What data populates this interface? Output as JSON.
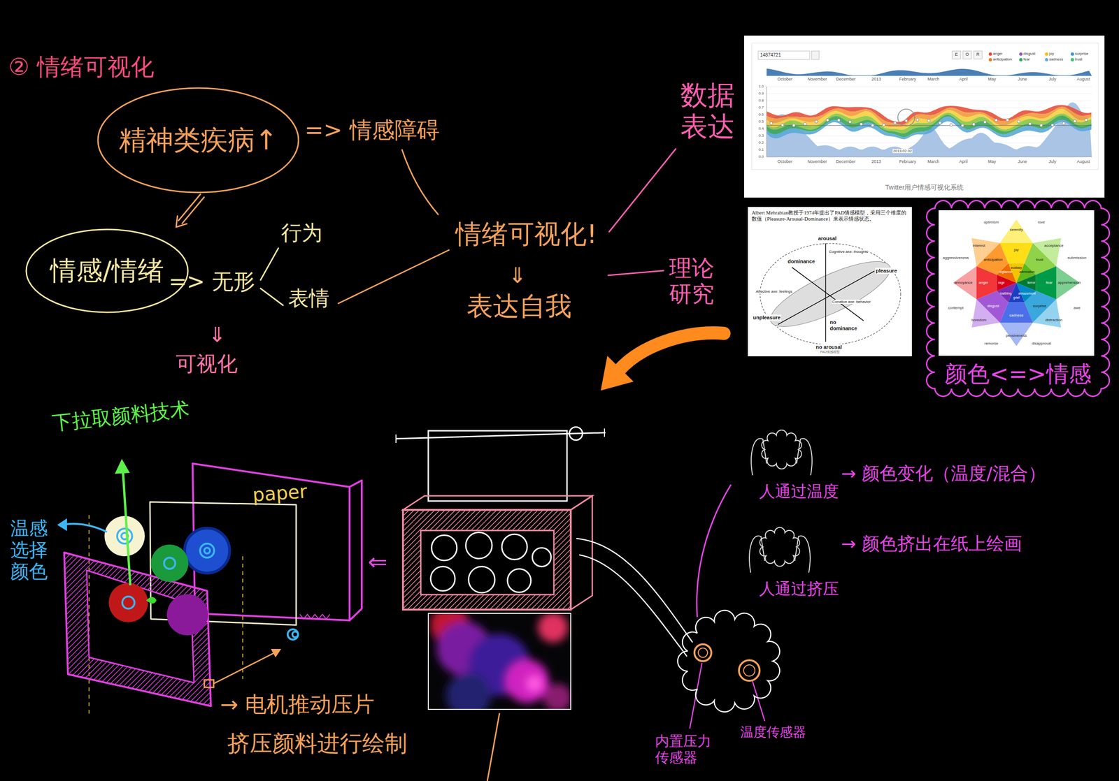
{
  "diagram": {
    "title": "② 情绪可视化",
    "nodes": [
      {
        "text": [
          "精神类疾病↑"
        ]
      },
      {
        "text": [
          "情感/情绪"
        ]
      },
      {
        "text": [
          "Twitter用户情感可视化系统"
        ]
      },
      {
        "text": [
          "Albert Mehrabian教授于1974年提出了PAD情感模型，采用三个维度的数值（Pleasure-Arousal-Dominance）来表示情感状态。"
        ]
      },
      {
        "text": [
          "颜色<=>情感"
        ]
      },
      {
        "text": [
          "paper"
        ]
      }
    ],
    "edges": [
      {
        "from": 0,
        "to": 1,
        "arrow": "to"
      }
    ],
    "labels": [
      "=> 情感障碍",
      "=> 无形",
      "行为",
      "表情",
      "⇓",
      "可视化",
      "情绪可视化!",
      "⇓",
      "表达自我",
      "数据表达",
      "理论研究",
      "14874721",
      "E",
      "O",
      "R",
      "October",
      "November",
      "December",
      "2013",
      "February",
      "March",
      "April",
      "May",
      "June",
      "July",
      "August",
      "October",
      "November",
      "December",
      "2013",
      "February",
      "March",
      "April",
      "May",
      "June",
      "July",
      "August",
      "1.0",
      "0.9",
      "0.8",
      "0.7",
      "0.6",
      "0.5",
      "0.4",
      "0.3",
      "0.2",
      "0.1",
      "0.0",
      "2013.02.02",
      "arousal",
      "dominance",
      "Cognitive axe: thoughts",
      "pleasure",
      "Affective axe: feelings",
      "Conative axe: behavior",
      "unpleasure",
      "no dominance",
      "no arousal",
      "ecstasy",
      "admiration",
      "terror",
      "amazement",
      "grief",
      "loathing",
      "rage",
      "vigilance",
      "joy",
      "trust",
      "fear",
      "surprise",
      "sadness",
      "disgust",
      "anger",
      "anticipation",
      "serenity",
      "acceptance",
      "apprehension",
      "distraction",
      "pensiveness",
      "boredom",
      "annoyance",
      "interest",
      "love",
      "submission",
      "awe",
      "disapproval",
      "remorse",
      "contempt",
      "aggressiveness",
      "optimism",
      "下拉取颜料技术",
      "温感选择颜色",
      "→ 电机推动压片",
      "挤压颜料进行绘制",
      "⇐",
      "人通过温度",
      "→ 颜色变化（温度/混合）",
      "人通过挤压",
      "→ 颜色挤出在纸上绘画",
      "内置压力传感器",
      "温度传感器",
      "PAD情感模型"
    ],
    "legend": [
      {
        "text": "anger",
        "color": "#e74c3c"
      },
      {
        "text": "disgust",
        "color": "#9b59b6"
      },
      {
        "text": "joy",
        "color": "#f1c40f"
      },
      {
        "text": "surprise",
        "color": "#3498db"
      },
      {
        "text": "anticipation",
        "color": "#e67e22"
      },
      {
        "text": "fear",
        "color": "#27ae60"
      },
      {
        "text": "sadness",
        "color": "#5dade2"
      },
      {
        "text": "trust",
        "color": "#2ecc71"
      }
    ]
  }
}
